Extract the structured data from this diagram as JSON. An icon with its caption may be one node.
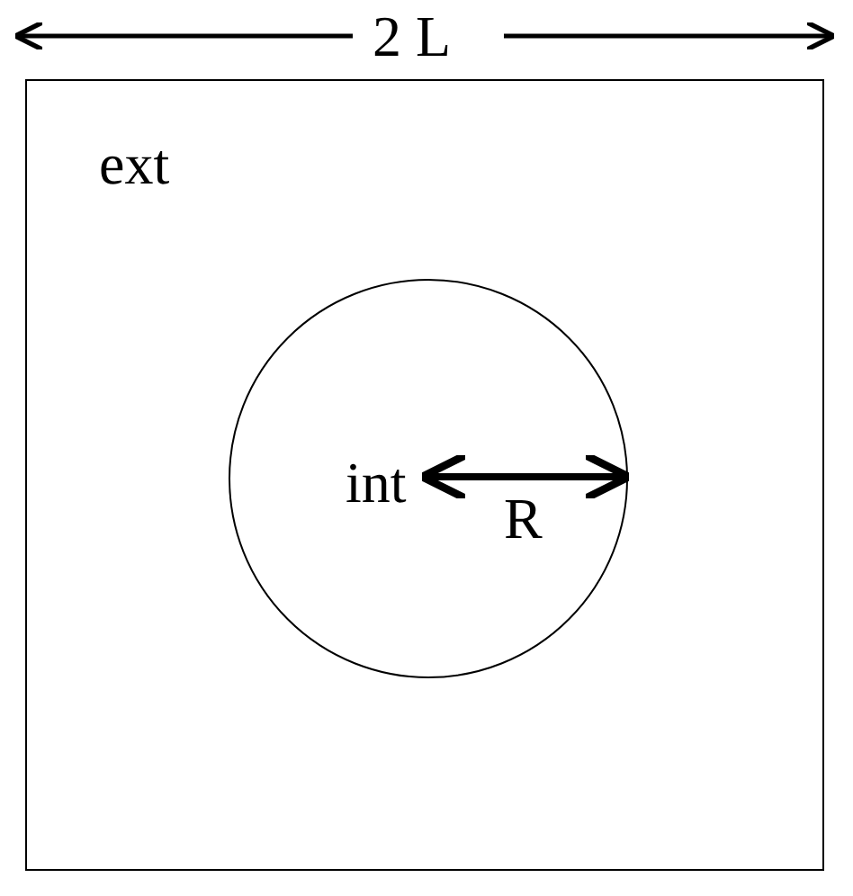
{
  "diagram": {
    "nodes": [
      {
        "text": [
          "ext"
        ]
      },
      {
        "text": [
          "int"
        ],
        "in": 0
      }
    ],
    "labels": [
      "2 L",
      "R"
    ]
  }
}
